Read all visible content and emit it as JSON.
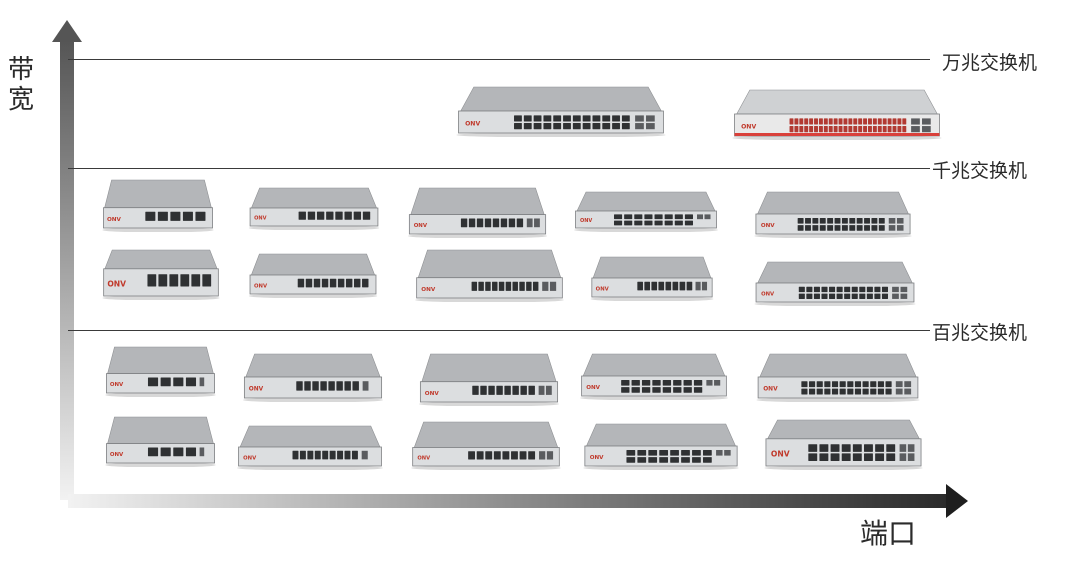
{
  "axes": {
    "y_label": "带宽",
    "x_label": "端口"
  },
  "tiers": [
    {
      "label": "万兆交换机"
    },
    {
      "label": "千兆交换机"
    },
    {
      "label": "百兆交换机"
    }
  ],
  "colors": {
    "axis_dark": "#2a2a2a",
    "switch_body": "#b8babd",
    "switch_face": "#dcdee0",
    "port": "#2f3133",
    "accent_red": "#d9403a"
  },
  "brand": "ONV"
}
